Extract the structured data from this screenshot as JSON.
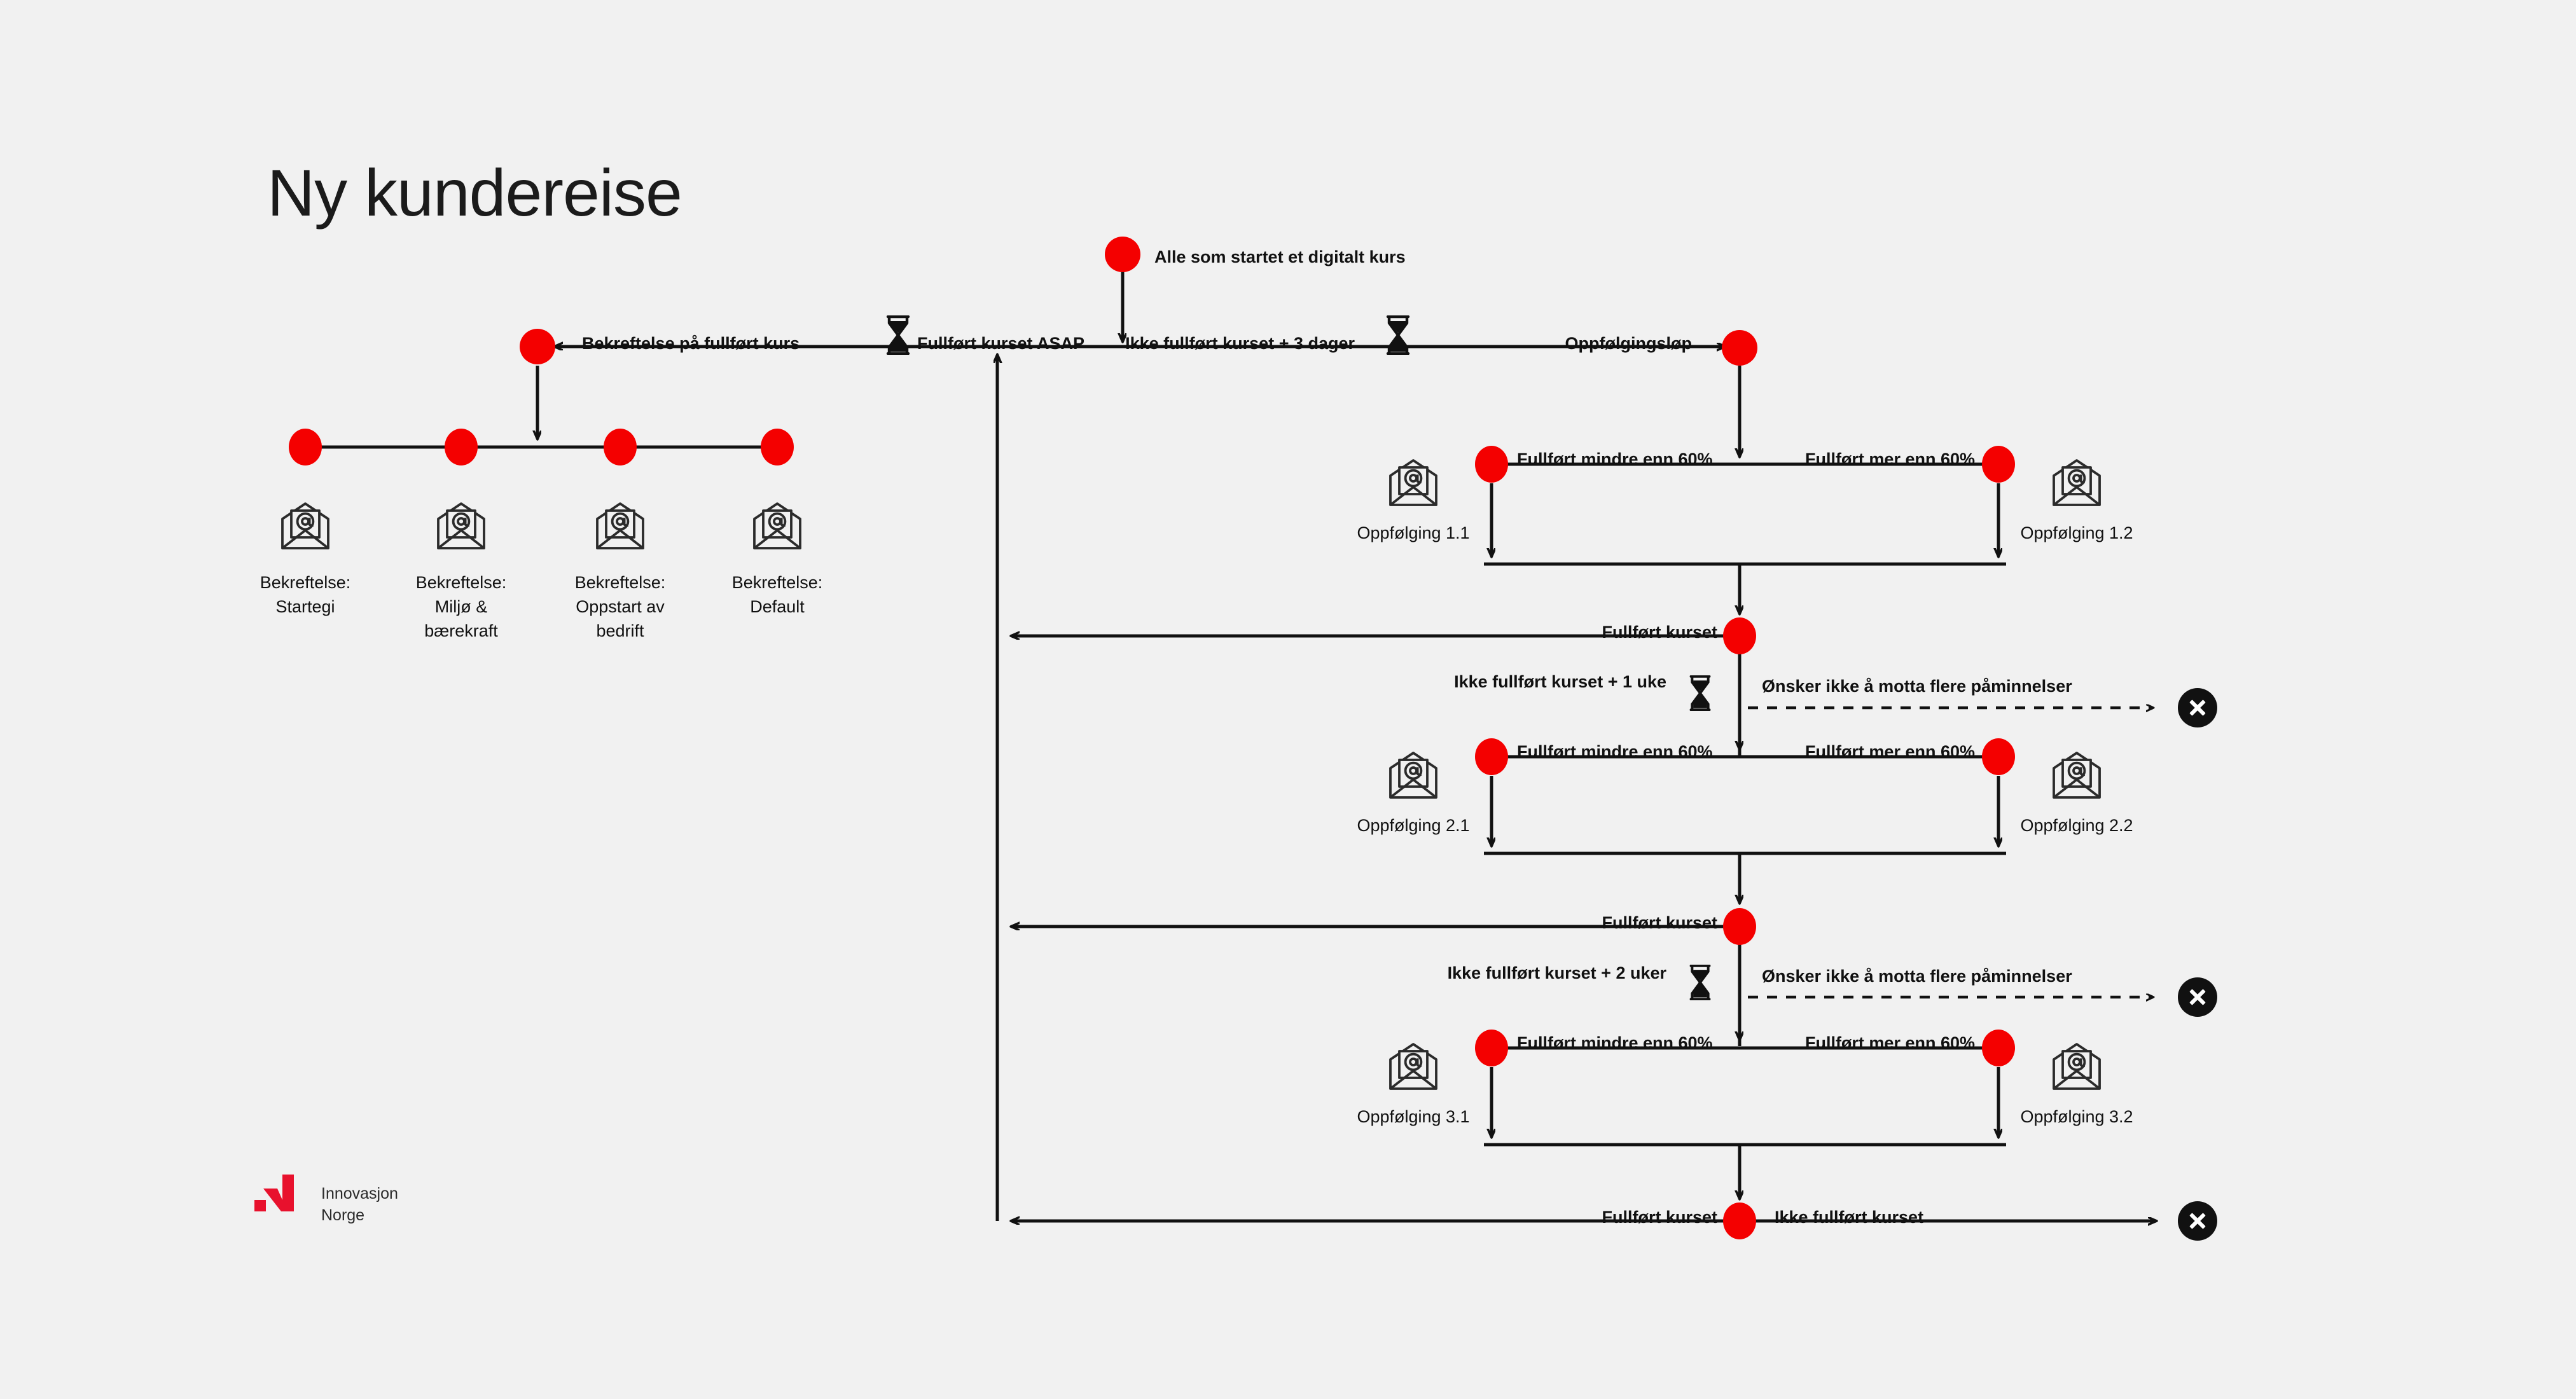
{
  "page": {
    "title": "Ny kundereise",
    "background": "#f1f1f1",
    "accent_red": "#f40000",
    "ink": "#111111"
  },
  "logo": {
    "line1": "Innovasjon",
    "line2": "Norge",
    "text": "Innovasjon\nNorge",
    "mark_color": "#e8112d",
    "name": "innovasjon-norge-logo"
  },
  "entry": {
    "label": "Alle som startet et digitalt kurs"
  },
  "top_row": {
    "left_label": "Bekreftelse på fullført kurs",
    "asap_label": "Fullført kurset ASAP",
    "delay_label": "Ikke fullført kurset + 3 dager",
    "right_label": "Oppfølgingsløp"
  },
  "confirmation_emails": [
    {
      "title": "Bekreftelse:",
      "subtitle": "Startegi",
      "label": "Bekreftelse:\nStartegi"
    },
    {
      "title": "Bekreftelse:",
      "subtitle": "Miljø &\nbærekraft",
      "label": "Bekreftelse:\nMiljø &\nbærekraft"
    },
    {
      "title": "Bekreftelse:",
      "subtitle": "Oppstart av\nbedrift",
      "label": "Bekreftelse:\nOppstart av\nbedrift"
    },
    {
      "title": "Bekreftelse:",
      "subtitle": "Default",
      "label": "Bekreftelse:\nDefault"
    }
  ],
  "branch_labels": {
    "less": "Fullført mindre enn 60%",
    "more": "Fullført mer enn 60%"
  },
  "followups": [
    {
      "left_email": "Oppfølging 1.1",
      "right_email": "Oppfølging 1.2"
    },
    {
      "left_email": "Oppfølging 2.1",
      "right_email": "Oppfølging 2.2"
    },
    {
      "left_email": "Oppfølging 3.1",
      "right_email": "Oppfølging 3.2"
    }
  ],
  "checkpoints": [
    {
      "completed_label": "Fullført kurset",
      "delay_label": "Ikke fullført kurset + 1 uke",
      "optout_label": "Ønsker ikke å motta flere påminnelser"
    },
    {
      "completed_label": "Fullført kurset",
      "delay_label": "Ikke fullført kurset + 2 uker",
      "optout_label": "Ønsker ikke å motta flere påminnelser"
    }
  ],
  "final_row": {
    "completed_label": "Fullført kurset",
    "not_completed_label": "Ikke fullført kurset"
  },
  "icons": {
    "email": "email-at-envelope-icon",
    "timer": "hourglass-icon",
    "end": "end-x-icon"
  }
}
